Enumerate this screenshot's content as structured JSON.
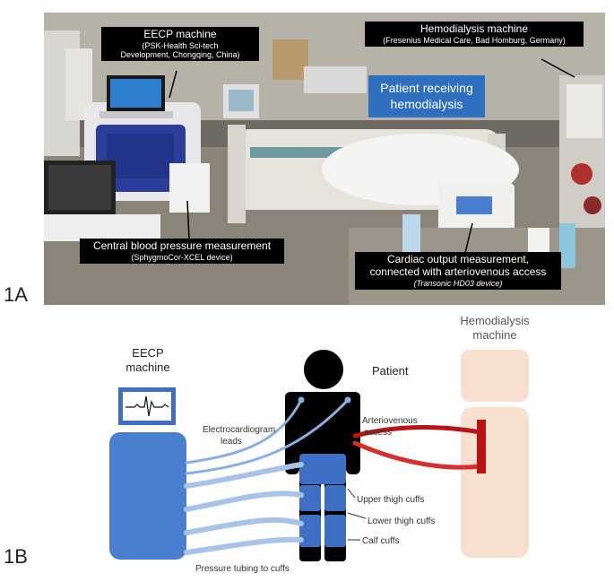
{
  "panels": {
    "a": "1A",
    "b": "1B"
  },
  "photo": {
    "eecp": {
      "title": "EECP machine",
      "detail_1": "(PSK-Health Sci-tech",
      "detail_2": "Development, Chongqing, China)"
    },
    "hemodialysis": {
      "title": "Hemodialysis machine",
      "detail": "(Fresenius Medical Care, Bad Homburg, Germany)"
    },
    "patient": {
      "line1": "Patient receiving",
      "line2": "hemodialysis"
    },
    "central_bp": {
      "title": "Central blood pressure measurement",
      "detail": "(SphygmoCor-XCEL device)"
    },
    "cardiac": {
      "line1": "Cardiac output measurement,",
      "line2": "connected with arteriovenous access",
      "detail": "(Transonic HD03 device)"
    }
  },
  "diagram": {
    "eecp_label": {
      "line1": "EECP",
      "line2": "machine"
    },
    "hemodialysis_label": {
      "line1": "Hemodialysis",
      "line2": "machine"
    },
    "patient_label": "Patient",
    "ecg_label": {
      "line1": "Electrocardiogram",
      "line2": "leads"
    },
    "av_label": {
      "line1": "Arteriovenous",
      "line2": "access"
    },
    "upper_cuffs": "Upper thigh cuffs",
    "lower_cuffs": "Lower thigh cuffs",
    "calf_cuffs": "Calf cuffs",
    "tubing": "Pressure tubing to cuffs"
  },
  "colors": {
    "eecp_blue": "#4a7fd0",
    "cuff_blue": "#3f6fc4",
    "tube": "#a9c3e8",
    "hd_peach": "#f8e0d0",
    "av_red": "#b81414",
    "patient_black": "#000000"
  }
}
